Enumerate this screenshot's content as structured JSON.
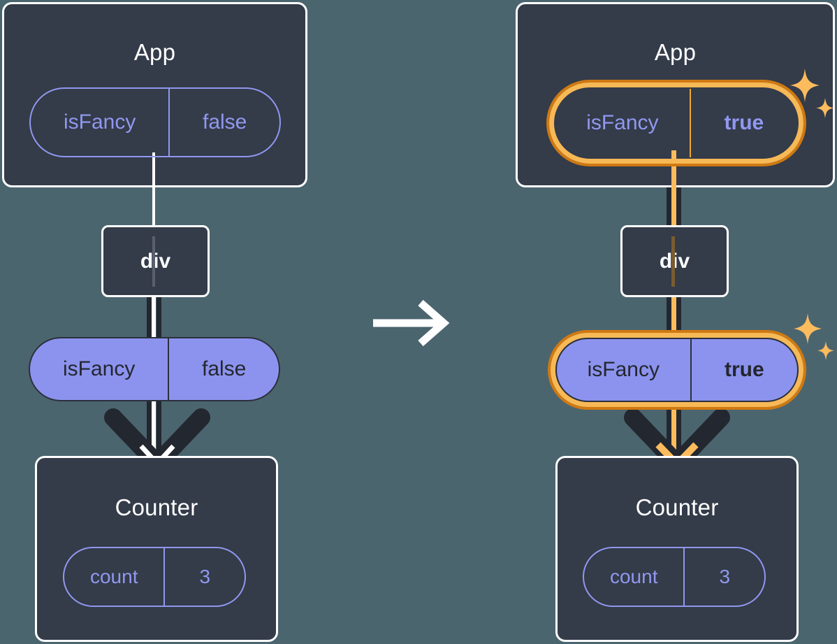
{
  "diagram": {
    "title": "React state lifting diagram: isFancy false to true",
    "colors": {
      "background": "#4b656f",
      "box_fill": "#343b49",
      "box_border": "#ffffff",
      "pill_purple": "#8c93ee",
      "pill_outline_purple": "#9098f0",
      "highlight_orange": "#f7b956",
      "highlight_orange_dark": "#cf7912",
      "line_dark": "#23272f",
      "line_white": "#ffffff",
      "line_orange": "#fcbc5d",
      "text_dark": "#23272f"
    },
    "transition_icon": "right-arrow-icon"
  },
  "left": {
    "app": {
      "title": "App",
      "state": {
        "key": "isFancy",
        "value": "false",
        "highlighted": false
      }
    },
    "div": {
      "label": "div"
    },
    "prop": {
      "key": "isFancy",
      "value": "false",
      "highlighted": false
    },
    "counter": {
      "title": "Counter",
      "state": {
        "key": "count",
        "value": "3"
      }
    }
  },
  "right": {
    "app": {
      "title": "App",
      "state": {
        "key": "isFancy",
        "value": "true",
        "highlighted": true
      }
    },
    "div": {
      "label": "div"
    },
    "prop": {
      "key": "isFancy",
      "value": "true",
      "highlighted": true
    },
    "counter": {
      "title": "Counter",
      "state": {
        "key": "count",
        "value": "3"
      }
    },
    "sparkle_icons": [
      "sparkle-large-icon",
      "sparkle-small-icon"
    ]
  }
}
